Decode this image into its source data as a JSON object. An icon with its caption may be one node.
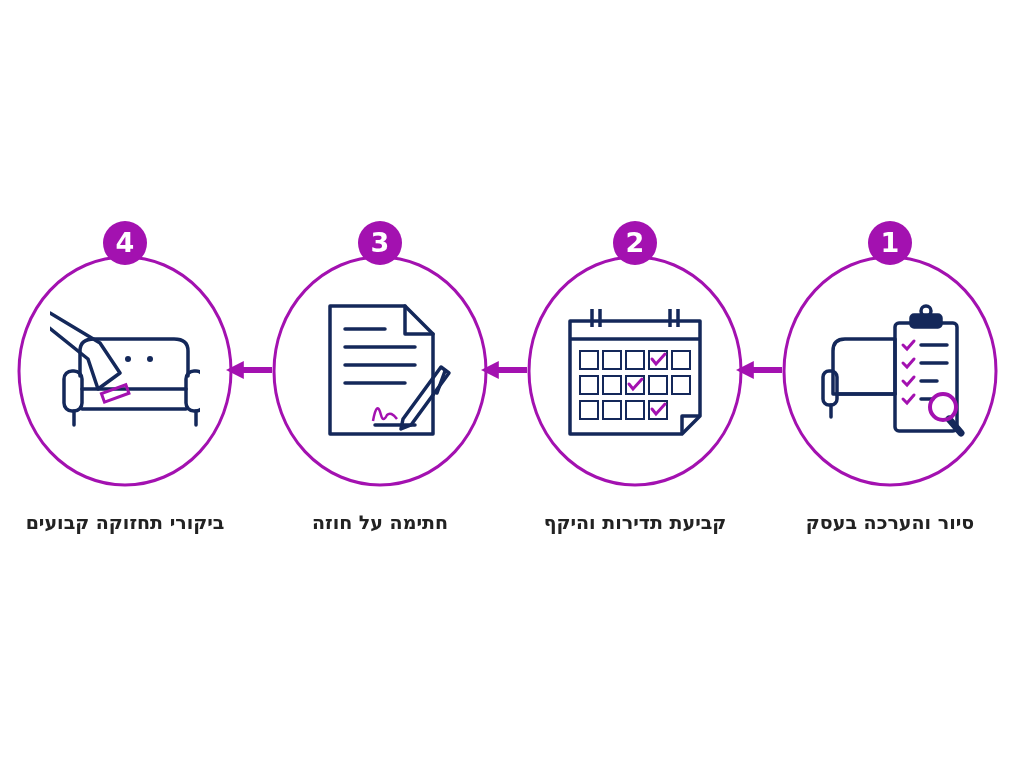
{
  "diagram": {
    "nodes": [
      {
        "text": [
          "1",
          "סיור והערכה בעסק"
        ]
      },
      {
        "text": [
          "2",
          "קביעת תדירות והיקף"
        ]
      },
      {
        "text": [
          "3",
          "חתימה על חוזה"
        ]
      },
      {
        "text": [
          "4",
          "ביקורי תחזוקה קבועים"
        ]
      }
    ],
    "edges": [
      {
        "from": 0,
        "to": 1,
        "arrow": "to"
      },
      {
        "from": 1,
        "to": 2,
        "arrow": "to"
      },
      {
        "from": 2,
        "to": 3,
        "arrow": "to"
      }
    ]
  }
}
